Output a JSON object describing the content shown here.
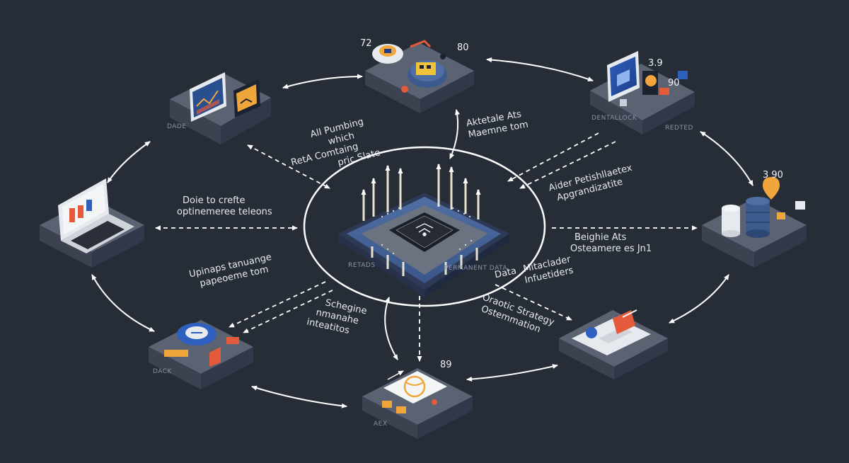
{
  "center": {
    "left_caption": "RETADS",
    "right_caption": "PERMANENT DATA"
  },
  "labels": {
    "top_left": [
      "All Pumbing",
      "which",
      "RetA Comtaing",
      "pric Slate"
    ],
    "top_right": [
      "Aktetale Ats",
      "Maemne tom"
    ],
    "upper_right": [
      "Aider Petishllaetex",
      "Apgrandizatite"
    ],
    "left": [
      "Doie to crefte",
      "optinemeree teleons"
    ],
    "right": [
      "Beighie Ats",
      "Osteamere es Jn1"
    ],
    "lower_left_a": [
      "Upinaps tanuange",
      "papeoeme tom"
    ],
    "lower_left_b": [
      "Schegine",
      "nmanahe",
      "inteatitos"
    ],
    "lower_right_a": [
      "Data",
      "Mitaclader",
      "Infuetiders"
    ],
    "lower_right_b": [
      "Oraotic Strategy",
      "Ostemmation"
    ]
  },
  "nodes": {
    "top_center": {
      "n1": "72",
      "n2": "80"
    },
    "top_right": {
      "caption_a": "DENTALLOCK",
      "caption_b": "REDTED",
      "n1": "3.9",
      "n2": "90"
    },
    "top_left": {
      "caption": "DADE"
    },
    "right": {
      "n1": "3 90"
    },
    "bottom_center": {
      "n1": "89",
      "caption": "AEX"
    },
    "bottom_left": {
      "caption": "DACK"
    }
  },
  "colors": {
    "background": "#272d37",
    "tile_top": "#5b6272",
    "tile_side": "#3c4250",
    "chip_blue": "#3d5a8c",
    "accent_orange": "#f0a63a",
    "accent_red": "#e45a3b"
  }
}
